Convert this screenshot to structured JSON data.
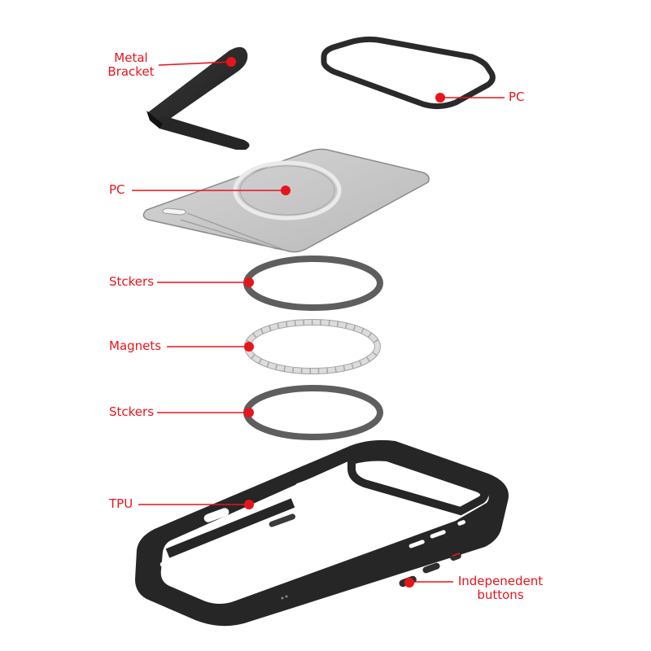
{
  "diagram": {
    "type": "exploded-view",
    "subject": "phone case with magnetic ring and metal bracket",
    "accent_color": "#e8141c",
    "part_color_dark": "#2b2b2b",
    "part_color_gray": "#5e5e5e",
    "part_color_light": "#c8c8c8",
    "callouts": [
      {
        "id": "metal-bracket",
        "line1": "Metal",
        "line2": "Bracket"
      },
      {
        "id": "pc-frame",
        "text": "PC"
      },
      {
        "id": "pc-plate",
        "text": "PC"
      },
      {
        "id": "stickers-top",
        "text": "Stckers"
      },
      {
        "id": "magnets",
        "text": "Magnets"
      },
      {
        "id": "stickers-bottom",
        "text": "Stckers"
      },
      {
        "id": "tpu",
        "text": "TPU"
      },
      {
        "id": "independent-buttons",
        "line1": "Indepenedent",
        "line2": "buttons"
      }
    ]
  }
}
